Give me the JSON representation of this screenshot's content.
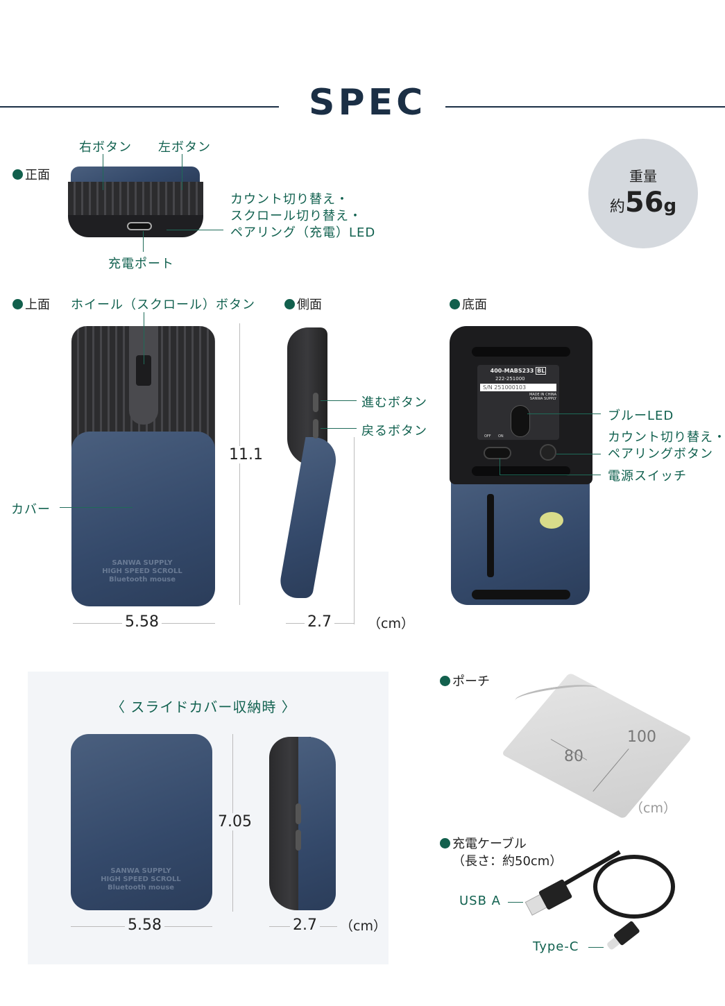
{
  "title": "SPEC",
  "weight": {
    "label": "重量",
    "prefix": "約",
    "value": "56",
    "unit": "g"
  },
  "front": {
    "section": "正面",
    "right_button": "右ボタン",
    "left_button": "左ボタン",
    "led_label": [
      "カウント切り替え・",
      "スクロール切り替え・",
      "ペアリング（充電）LED"
    ],
    "charge_port": "充電ポート"
  },
  "top": {
    "section": "上面",
    "wheel": "ホイール（スクロール）ボタン",
    "cover": "カバー",
    "width": "5.58",
    "length": "11.1",
    "print": [
      "SANWA SUPPLY",
      "HIGH SPEED SCROLL",
      "Bluetooth mouse"
    ]
  },
  "side": {
    "section": "側面",
    "forward": "進むボタン",
    "back": "戻るボタン",
    "depth": "2.7",
    "unit": "（cm）"
  },
  "bottom": {
    "section": "底面",
    "blue_led": "ブルーLED",
    "pair_button": [
      "カウント切り替え・",
      "ペアリングボタン"
    ],
    "power_switch": "電源スイッチ",
    "model": "400-MABS233",
    "model_suffix": "BL",
    "reg": "222-251000",
    "serial": "S/N 251000103",
    "made": "MADE IN CHINA",
    "brand": "SANWA SUPPLY",
    "off": "OFF",
    "on": "ON"
  },
  "stored": {
    "heading": "〈 スライドカバー収納時 〉",
    "width": "5.58",
    "height": "7.05",
    "depth": "2.7",
    "unit": "（cm）",
    "print": [
      "SANWA SUPPLY",
      "HIGH SPEED SCROLL",
      "Bluetooth mouse"
    ]
  },
  "pouch": {
    "section": "ポーチ",
    "w": "80",
    "h": "100",
    "unit": "（cm）"
  },
  "cable": {
    "section": "充電ケーブル",
    "length": "（長さ：約50cm）",
    "usb_a": "USB A",
    "type_c": "Type-C"
  },
  "colors": {
    "heading": "#1b2f45",
    "label": "#11614f",
    "bullet": "#12604d",
    "cover": "#3b4f6e",
    "panel": "#f3f5f8",
    "weight_circle": "#d5d9de"
  }
}
